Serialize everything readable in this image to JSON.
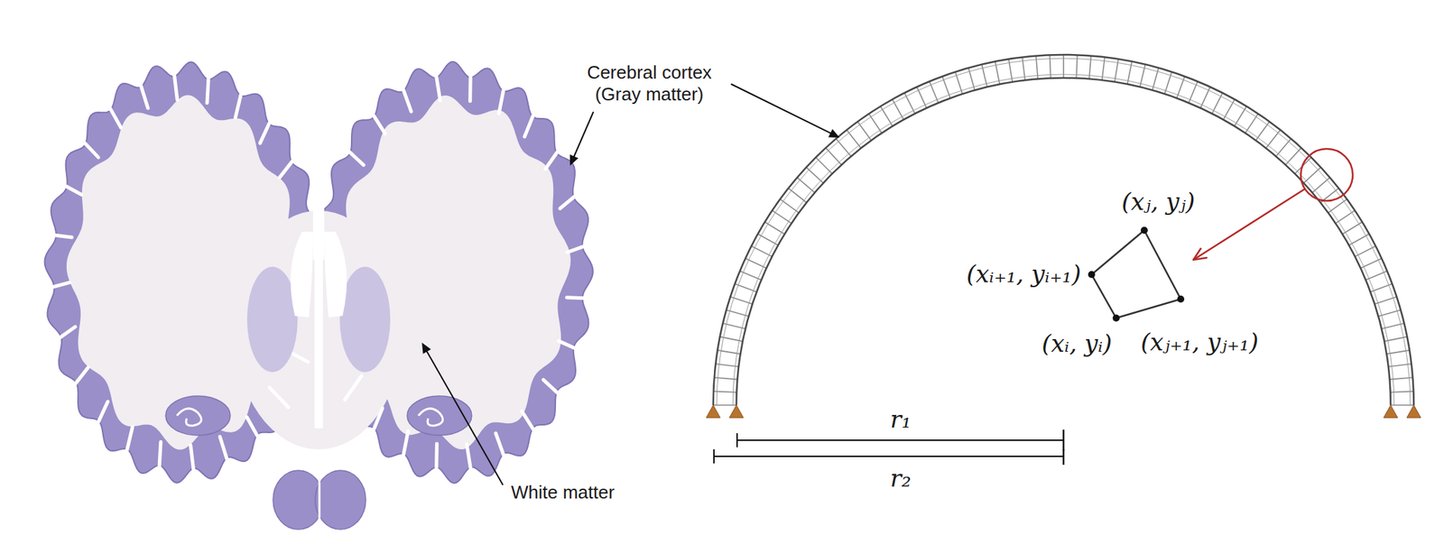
{
  "diagram": {
    "labels": [
      "Cerebral cortex (Gray matter)",
      "White matter",
      "(xⱼ, yⱼ)",
      "(xᵢ₊₁, yᵢ₊₁)",
      "(xᵢ, yᵢ)",
      "(xⱼ₊₁, yⱼ₊₁)",
      "r₁",
      "r₂"
    ]
  }
}
